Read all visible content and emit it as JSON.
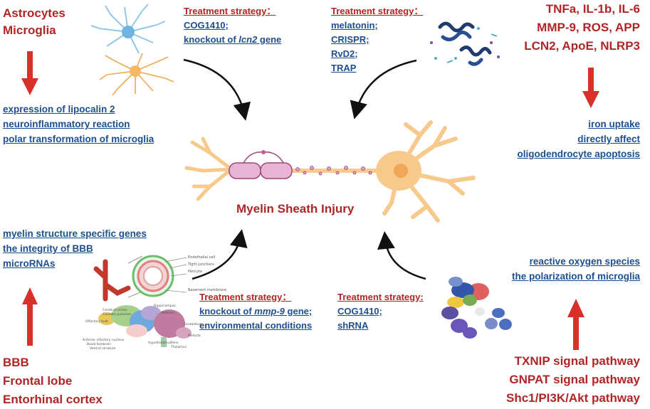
{
  "top_left": {
    "cells": [
      "Astrocytes",
      "Microglia"
    ],
    "effects": [
      "expression of lipocalin 2",
      "neuroinflammatory reaction",
      "polar transformation of microglia"
    ]
  },
  "top_right": {
    "factors": [
      "TNFa, IL-1b, IL-6",
      "MMP-9, ROS, APP",
      "LCN2, ApoE, NLRP3"
    ],
    "effects": [
      "iron uptake",
      "directly affect",
      "oligodendrocyte apoptosis"
    ]
  },
  "bottom_left": {
    "regions": [
      "BBB",
      "Frontal lobe",
      "Entorhinal cortex"
    ],
    "effects": [
      "myelin structure specific genes",
      "the integrity of BBB",
      "microRNAs"
    ]
  },
  "bottom_right": {
    "pathways": [
      "TXNIP signal pathway",
      "GNPAT signal pathway",
      "Shc1/PI3K/Akt pathway"
    ],
    "effects": [
      "reactive oxygen species",
      "the polarization of microglia"
    ]
  },
  "strategies": {
    "top_left": {
      "title": "Treatment strategy：",
      "item1": "COG1410;",
      "item2_pre": "knockout of ",
      "item2_em": "lcn2",
      "item2_post": " gene"
    },
    "top_right": {
      "title": "Treatment strategy：",
      "items": [
        "melatonin;",
        "CRISPR;",
        "RvD2;",
        "TRAP"
      ]
    },
    "bottom_left": {
      "title": "Treatment strategy：",
      "item1_pre": "knockout of ",
      "item1_em": "mmp-9",
      "item1_post": " gene;",
      "item2": "environmental conditions"
    },
    "bottom_right": {
      "title": "Treatment strategy:",
      "items": [
        "COG1410;",
        "shRNA"
      ]
    }
  },
  "center": {
    "title": "Myelin Sheath Injury"
  },
  "vessel_labels": [
    "Endothelial cell",
    "Tight junctions",
    "Pericyte",
    "Basement membrane"
  ],
  "brain_labels": [
    "Cerebral cortex",
    "Caudate putamen",
    "Hippocampus",
    "Midbrain",
    "Olfactory bulb",
    "Cerebellum",
    "Anterior olfactory nucleus",
    "Basal forebrain",
    "Ventral striatum",
    "Hypothalamus",
    "Pons",
    "Medulla",
    "Thalamus"
  ],
  "colors": {
    "title_red": "#b02525",
    "link_blue": "#1d4f8f",
    "arrow_red": "#d9302a",
    "neuron_orange": "#f7c98b",
    "myelin_pink": "#d9a0c8"
  }
}
